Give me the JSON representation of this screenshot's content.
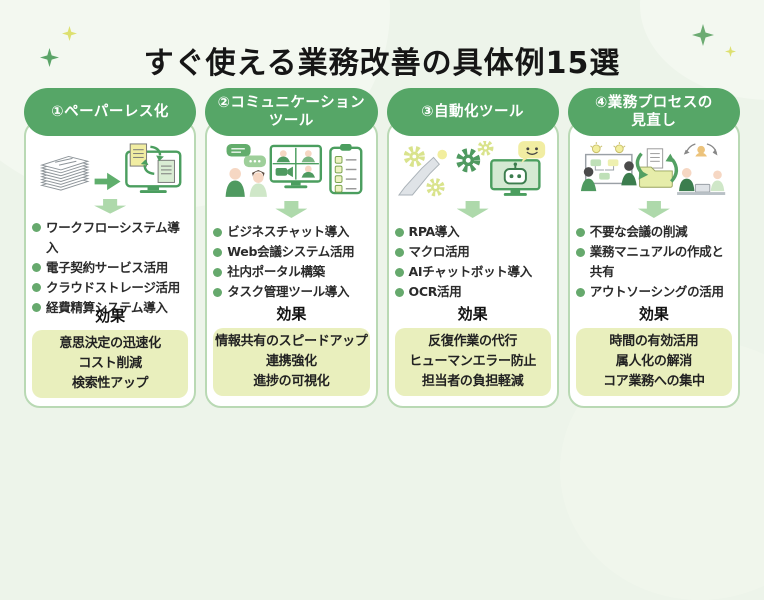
{
  "title": "すぐ使える業務改善の具体例15選",
  "effect_label": "効果",
  "columns": [
    {
      "header_lines": [
        "①ペーパーレス化"
      ],
      "illustration": "paper-stack-to-digital-monitor",
      "items": [
        "ワークフローシステム導入",
        "電子契約サービス活用",
        "クラウドストレージ活用",
        "経費精算システム導入"
      ],
      "effects": [
        "意思決定の迅速化",
        "コスト削減",
        "検索性アップ"
      ]
    },
    {
      "header_lines": [
        "②コミュニケーション",
        "ツール"
      ],
      "illustration": "chat-video-meeting-checklist",
      "items": [
        "ビジネスチャット導入",
        "Web会議システム活用",
        "社内ポータル構築",
        "タスク管理ツール導入"
      ],
      "effects": [
        "情報共有のスピードアップ",
        "連携強化",
        "進捗の可視化"
      ]
    },
    {
      "header_lines": [
        "③自動化ツール"
      ],
      "illustration": "robot-arm-gears-chatbot",
      "items": [
        "RPA導入",
        "マクロ活用",
        "AIチャットボット導入",
        "OCR活用"
      ],
      "effects": [
        "反復作業の代行",
        "ヒューマンエラー防止",
        "担当者の負担軽減"
      ]
    },
    {
      "header_lines": [
        "④業務プロセスの",
        "見直し"
      ],
      "illustration": "brainstorm-folder-outsourcing",
      "items": [
        "不要な会議の削減",
        "業務マニュアルの作成と共有",
        "アウトソーシングの活用"
      ],
      "effects": [
        "時間の有効活用",
        "属人化の解消",
        "コア業務への集中"
      ]
    }
  ],
  "colors": {
    "background": "#edf4ea",
    "pill_green": "#56a667",
    "card_border": "#b9d9b4",
    "bullet_green": "#66a96d",
    "arrow_light_green": "#aed9ab",
    "effect_box_yellow": "#e9efbd",
    "text_dark": "#2b2b2b",
    "sparkle_green": "#6cab72",
    "sparkle_yellow": "#dde06f"
  }
}
